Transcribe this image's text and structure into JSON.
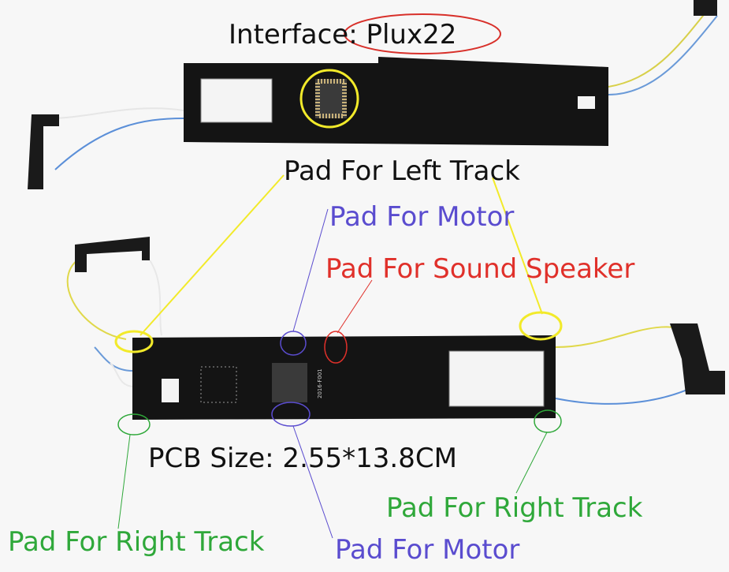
{
  "labels": {
    "interface_prefix": "Interface: ",
    "interface_name": "Plux22",
    "left_track": "Pad For Left Track",
    "motor_top": "Pad For Motor",
    "sound_speaker": "Pad For Sound Speaker",
    "pcb_size": "PCB Size: 2.55*13.8CM",
    "right_track_right": "Pad For Right Track",
    "right_track_left": "Pad For Right Track",
    "motor_bottom": "Pad For Motor"
  },
  "pcb_marking": "2016-F001",
  "colors": {
    "text": "#111111",
    "motor": "#5a4ccf",
    "speaker": "#e0302a",
    "right_track": "#2fa83a",
    "left_track": "#f2ea2a",
    "interface_circle": "#d8302a",
    "pcb": "#141414"
  }
}
